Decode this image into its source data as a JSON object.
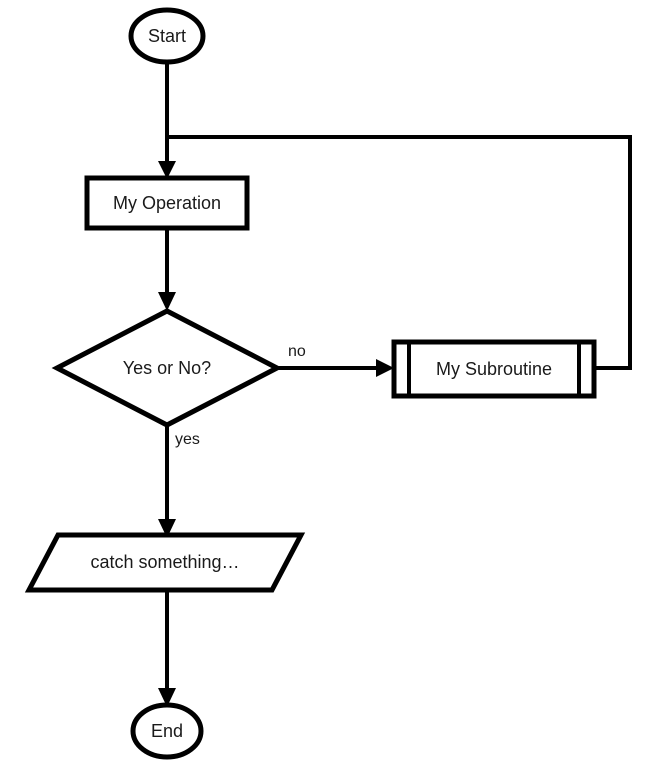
{
  "diagram": {
    "type": "flowchart",
    "title": "",
    "background_color": "#ffffff",
    "stroke_color": "#000000",
    "text_color": "#1a1a1a",
    "nodes": [
      {
        "id": "start",
        "shape": "ellipse",
        "label": "Start"
      },
      {
        "id": "operation",
        "shape": "rectangle",
        "label": "My Operation"
      },
      {
        "id": "decision",
        "shape": "diamond",
        "label": "Yes or No?"
      },
      {
        "id": "subroutine",
        "shape": "subroutine",
        "label": "My Subroutine"
      },
      {
        "id": "catch",
        "shape": "parallelogram",
        "label": "catch something…"
      },
      {
        "id": "end",
        "shape": "ellipse",
        "label": "End"
      }
    ],
    "edges": [
      {
        "from": "start",
        "to": "operation",
        "label": ""
      },
      {
        "from": "operation",
        "to": "decision",
        "label": ""
      },
      {
        "from": "decision",
        "to": "subroutine",
        "label": "no"
      },
      {
        "from": "decision",
        "to": "catch",
        "label": "yes"
      },
      {
        "from": "subroutine",
        "to": "operation",
        "label": ""
      },
      {
        "from": "catch",
        "to": "end",
        "label": ""
      }
    ]
  }
}
